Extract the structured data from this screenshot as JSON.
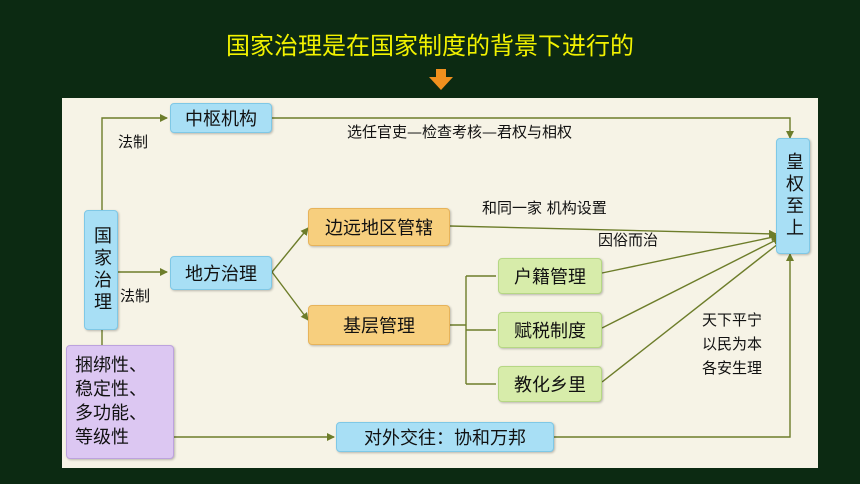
{
  "title": "国家治理是在国家制度的背景下进行的",
  "colors": {
    "background": "#0c2a12",
    "title": "#f2f200",
    "arrow": "#f0901e",
    "connector": "#6d7d2a"
  },
  "icons": {
    "title_arrow": "down-arrow-icon"
  },
  "diagram": {
    "root": "国家治理",
    "root_attributes": "捆绑性、\n稳定性、\n多功能、\n等级性",
    "central": {
      "label": "中枢机构",
      "edge_label": "法制",
      "note": "选任官吏—检查考核—君权与相权"
    },
    "local": {
      "label": "地方治理",
      "edge_label": "法制",
      "frontier": {
        "label": "边远地区管辖",
        "note_top": "和同一家  机构设置",
        "note_bottom": "因俗而治"
      },
      "grassroots": {
        "label": "基层管理",
        "items": [
          "户籍管理",
          "赋税制度",
          "教化乡里"
        ],
        "note": "天下平宁\n以民为本\n各安生理"
      }
    },
    "foreign": {
      "label": "对外交往：协和万邦"
    },
    "target": "皇权至上"
  }
}
